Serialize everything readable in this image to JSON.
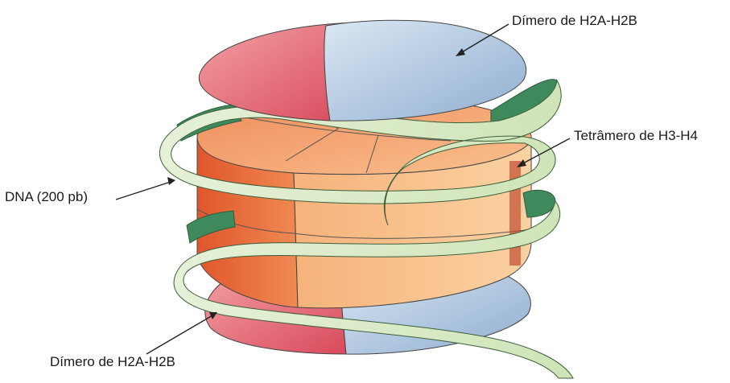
{
  "labels": {
    "dimer_top": "Dímero de H2A-H2B",
    "tetramer": "Tetrâmero de H3-H4",
    "dna": "DNA (200 pb)",
    "dimer_bottom": "Dímero de H2A-H2B"
  },
  "colors": {
    "h2a": "#e4707a",
    "h2b": "#a9c3dc",
    "h3_h4_dark": "#e56a3a",
    "h3_h4_light": "#f6b27a",
    "dna_ribbon_front": "#dcebc8",
    "dna_ribbon_back": "#3f8a5c"
  }
}
